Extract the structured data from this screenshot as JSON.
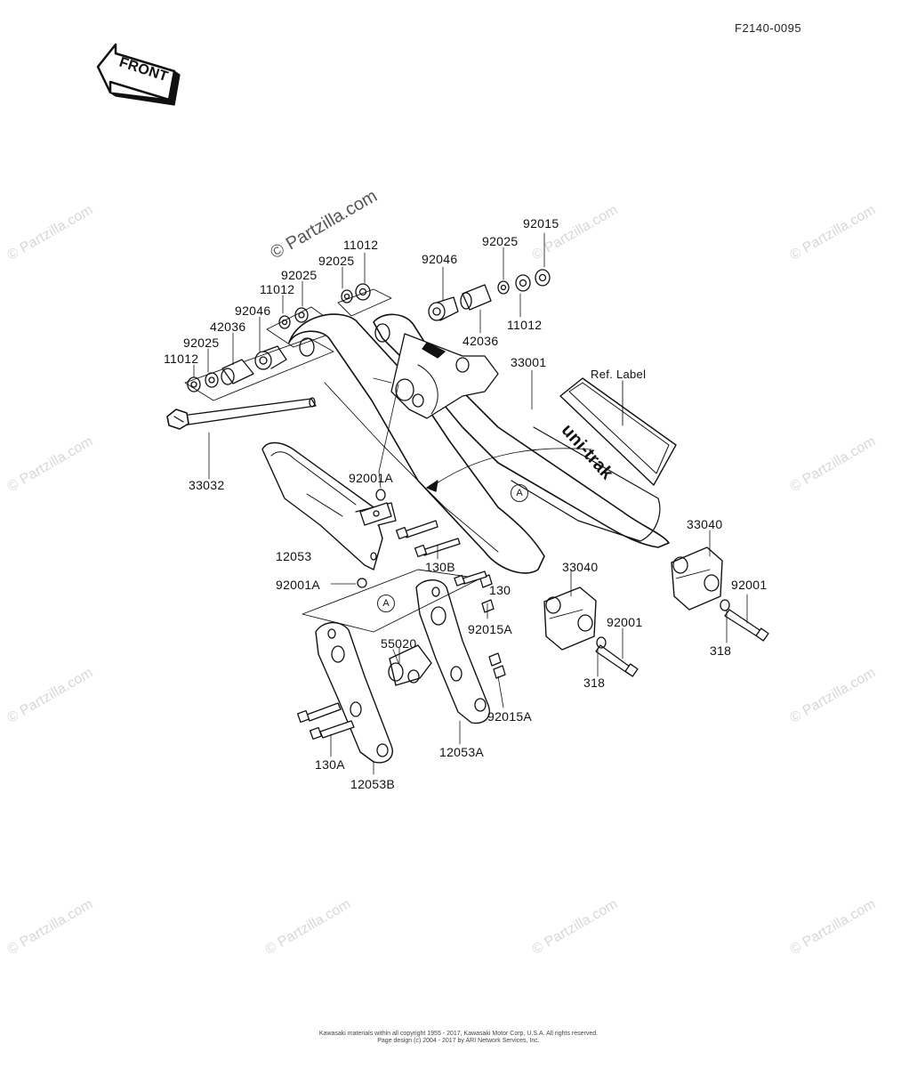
{
  "diagram_code": "F2140-0095",
  "front_label": "FRONT",
  "brand_label": "uni-trak",
  "ref_label": "Ref.  Label",
  "ref_marker": "A",
  "watermark_text": "© Partzilla.com",
  "parts": [
    "92015",
    "92025",
    "11012",
    "92046",
    "42036",
    "11012",
    "92025",
    "92025",
    "11012",
    "92046",
    "42036",
    "92025",
    "11012",
    "33001",
    "33032",
    "92001A",
    "12053",
    "92001A",
    "130B",
    "130",
    "33040",
    "33040",
    "92001",
    "92001",
    "92015A",
    "55020",
    "318",
    "318",
    "92015A",
    "12053A",
    "130A",
    "12053B"
  ],
  "footer": {
    "line1": "Kawasaki materials within all copyright 1955 - 2017, Kawasaki Motor Corp, U.S.A.  All rights reserved.",
    "line2": "Page design (c) 2004 - 2017 by ARI Network Services, Inc."
  }
}
